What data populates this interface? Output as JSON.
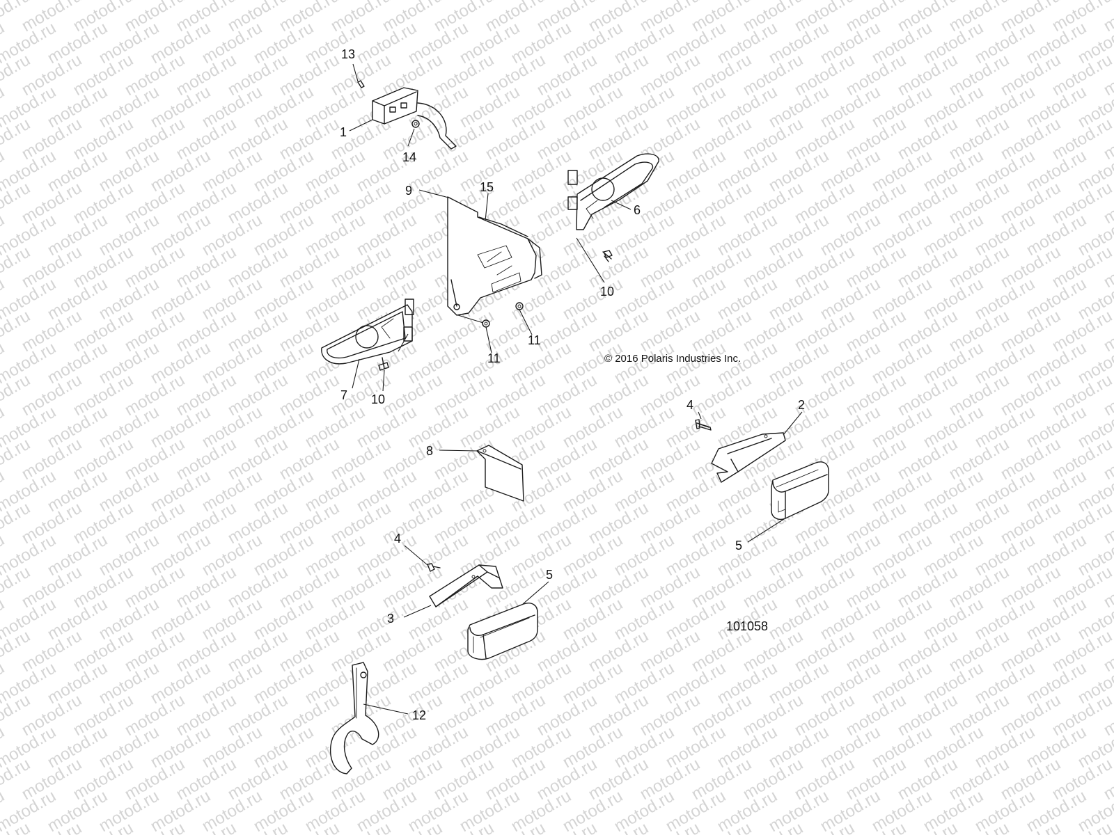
{
  "watermark_text": "motod.ru",
  "copyright": "© 2016 Polaris Industries Inc.",
  "diagram_number": "101058",
  "callouts": [
    "13",
    "1",
    "14",
    "15",
    "6",
    "9",
    "10",
    "11",
    "11",
    "7",
    "10",
    "4",
    "2",
    "8",
    "5",
    "4",
    "5",
    "3",
    "12"
  ]
}
